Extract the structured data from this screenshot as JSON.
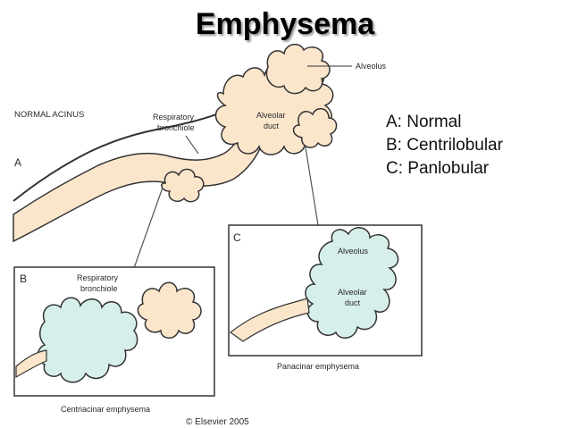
{
  "title": "Emphysema",
  "legend": [
    "A: Normal",
    "B: Centrilobular",
    "C: Panlobular"
  ],
  "panel_a": {
    "heading": "NORMAL ACINUS",
    "letter": "A",
    "respiratory_bronchiole": [
      "Respiratory",
      "bronchiole"
    ],
    "alveolar_duct": [
      "Alveolar",
      "duct"
    ],
    "alveolus": "Alveolus"
  },
  "panel_b": {
    "letter": "B",
    "respiratory_bronchiole": [
      "Respiratory",
      "bronchiole"
    ],
    "caption": "Centriacinar emphysema"
  },
  "panel_c": {
    "letter": "C",
    "alveolus": "Alveolus",
    "alveolar_duct": [
      "Alveolar",
      "duct"
    ],
    "caption": "Panacinar emphysema"
  },
  "copyright": "© Elsevier 2005",
  "colors": {
    "tissue": "#fbe6cc",
    "emphysema": "#d6efeb",
    "outline": "#333333"
  }
}
